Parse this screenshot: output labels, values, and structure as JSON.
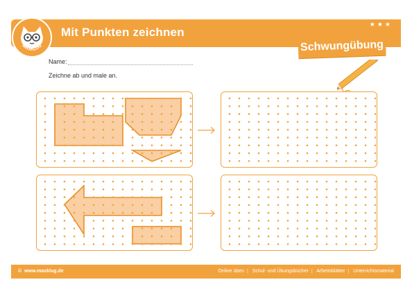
{
  "header": {
    "title": "Mit Punkten zeichnen",
    "stars": "★★★"
  },
  "logo": {
    "text": "MAXKLUG"
  },
  "badge": {
    "label": "Schwungübung"
  },
  "form": {
    "name_label": "Name:",
    "instruction": "Zeichne ab und male an."
  },
  "footer": {
    "copyright_symbol": "©",
    "website": "www.maxklug.de",
    "links": [
      "Online üben",
      "Schul- und Übungsbücher",
      "Arbeitsblätter",
      "Unterrichtsmaterial"
    ]
  },
  "colors": {
    "accent": "#f2a23c",
    "dot": "#f2a23c",
    "fill": "#f9cfa3",
    "stroke": "#e8912a"
  },
  "grid": {
    "cols": 16,
    "rows": 9
  }
}
